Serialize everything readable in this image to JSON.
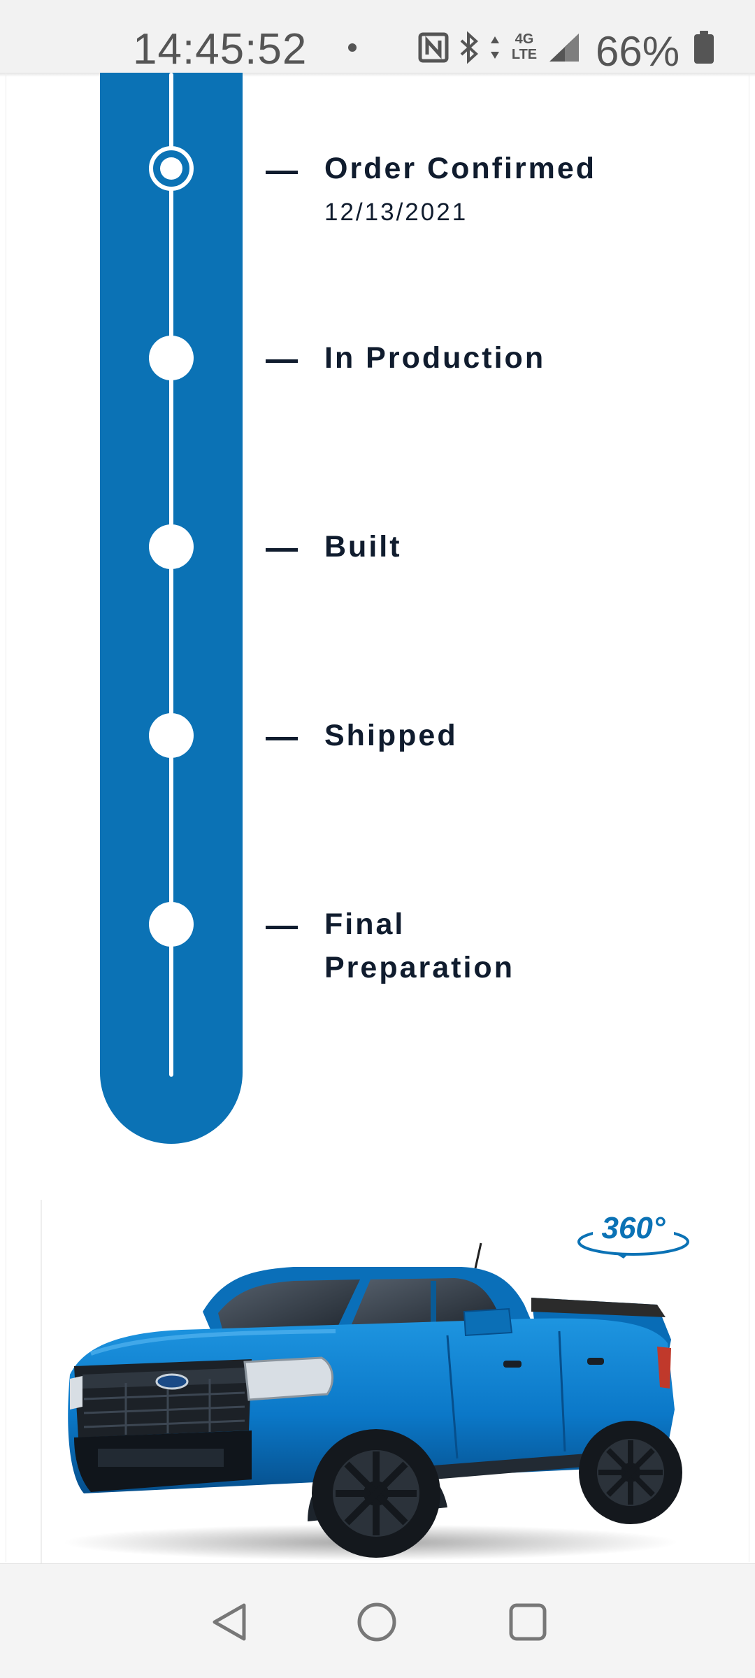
{
  "status_bar": {
    "time": "14:45:52",
    "network": "4G LTE",
    "battery_percent": "66%"
  },
  "timeline": {
    "steps": [
      {
        "label": "Order Confirmed",
        "date": "12/13/2021",
        "state": "current"
      },
      {
        "label": "In Production",
        "state": "pending"
      },
      {
        "label": "Built",
        "state": "pending"
      },
      {
        "label": "Shipped",
        "state": "pending"
      },
      {
        "label": "Final Preparation",
        "state": "pending"
      }
    ]
  },
  "vehicle": {
    "badge": "360°",
    "color": "#0b78c8"
  },
  "colors": {
    "timeline_blue": "#0b72b5",
    "text_dark": "#101c2e"
  },
  "nav_bar": {
    "icons": [
      "back-icon",
      "home-icon",
      "recents-icon"
    ]
  }
}
